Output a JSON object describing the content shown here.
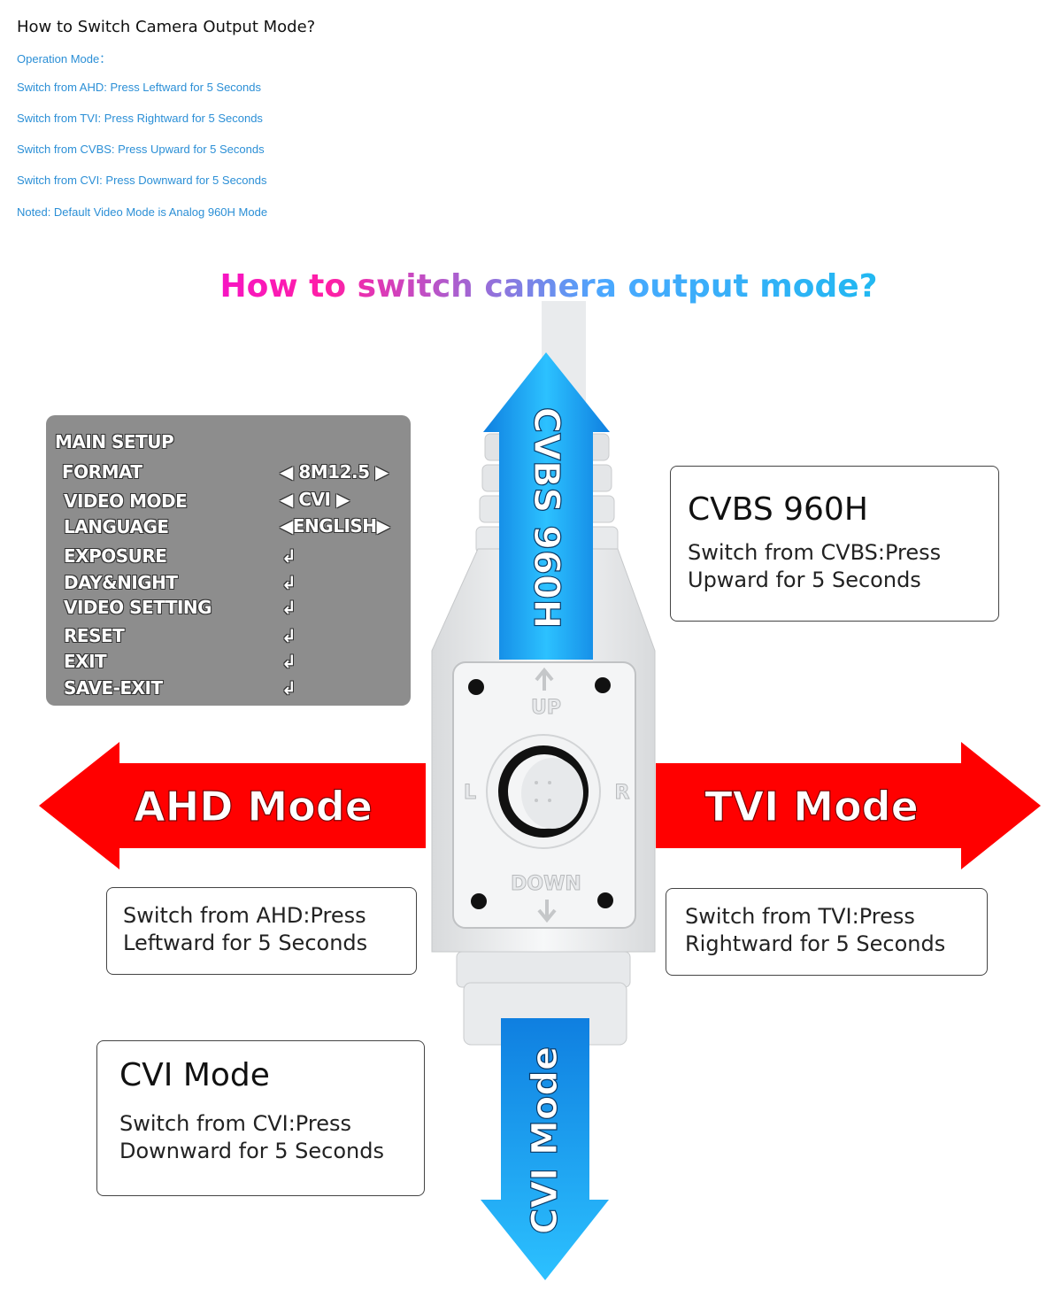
{
  "intro": {
    "title": "How to Switch Camera Output Mode?",
    "lines": [
      "Operation Mode：",
      "Switch from AHD: Press Leftward for 5 Seconds",
      "Switch from TVI: Press Rightward for 5 Seconds",
      "Switch from CVBS: Press Upward for 5 Seconds",
      "Switch from CVI: Press Downward for 5 Seconds",
      "Noted: Default Video Mode is Analog 960H Mode"
    ]
  },
  "headline": "How to switch camera output mode?",
  "menu": {
    "title": "MAIN SETUP",
    "items": [
      {
        "label": "FORMAT",
        "value": "◀ 8M12.5 ▶"
      },
      {
        "label": "VIDEO MODE",
        "value": "◀ CVI ▶"
      },
      {
        "label": "LANGUAGE",
        "value": "◀ENGLISH▶"
      },
      {
        "label": "EXPOSURE",
        "value": "↲"
      },
      {
        "label": "DAY&NIGHT",
        "value": "↲"
      },
      {
        "label": "VIDEO SETTING",
        "value": "↲"
      },
      {
        "label": "RESET",
        "value": "↲"
      },
      {
        "label": "EXIT",
        "value": "↲"
      },
      {
        "label": "SAVE-EXIT",
        "value": "↲"
      }
    ]
  },
  "arrows": {
    "up_label": "CVBS 960H",
    "down_label": "CVI Mode",
    "left_label": "AHD Mode",
    "right_label": "TVI Mode"
  },
  "joystick": {
    "up": "UP",
    "down": "DOWN",
    "left": "L",
    "right": "R"
  },
  "boxes": {
    "cvbs": {
      "title": "CVBS 960H",
      "line1": "Switch from CVBS:Press",
      "line2": "Upward for 5 Seconds"
    },
    "ahd": {
      "line1": "Switch from AHD:Press",
      "line2": "Leftward for 5 Seconds"
    },
    "tvi": {
      "line1": "Switch from TVI:Press",
      "line2": "Rightward for 5 Seconds"
    },
    "cvi": {
      "title": "CVI Mode",
      "line1": "Switch from CVI:Press",
      "line2": "Downward for 5 Seconds"
    }
  },
  "colors": {
    "intro_blue": "#2b8fd6",
    "red_arrow": "#ff0000",
    "blue_arrow": "#1aa6f5",
    "menu_bg": "#8d8d8d"
  }
}
